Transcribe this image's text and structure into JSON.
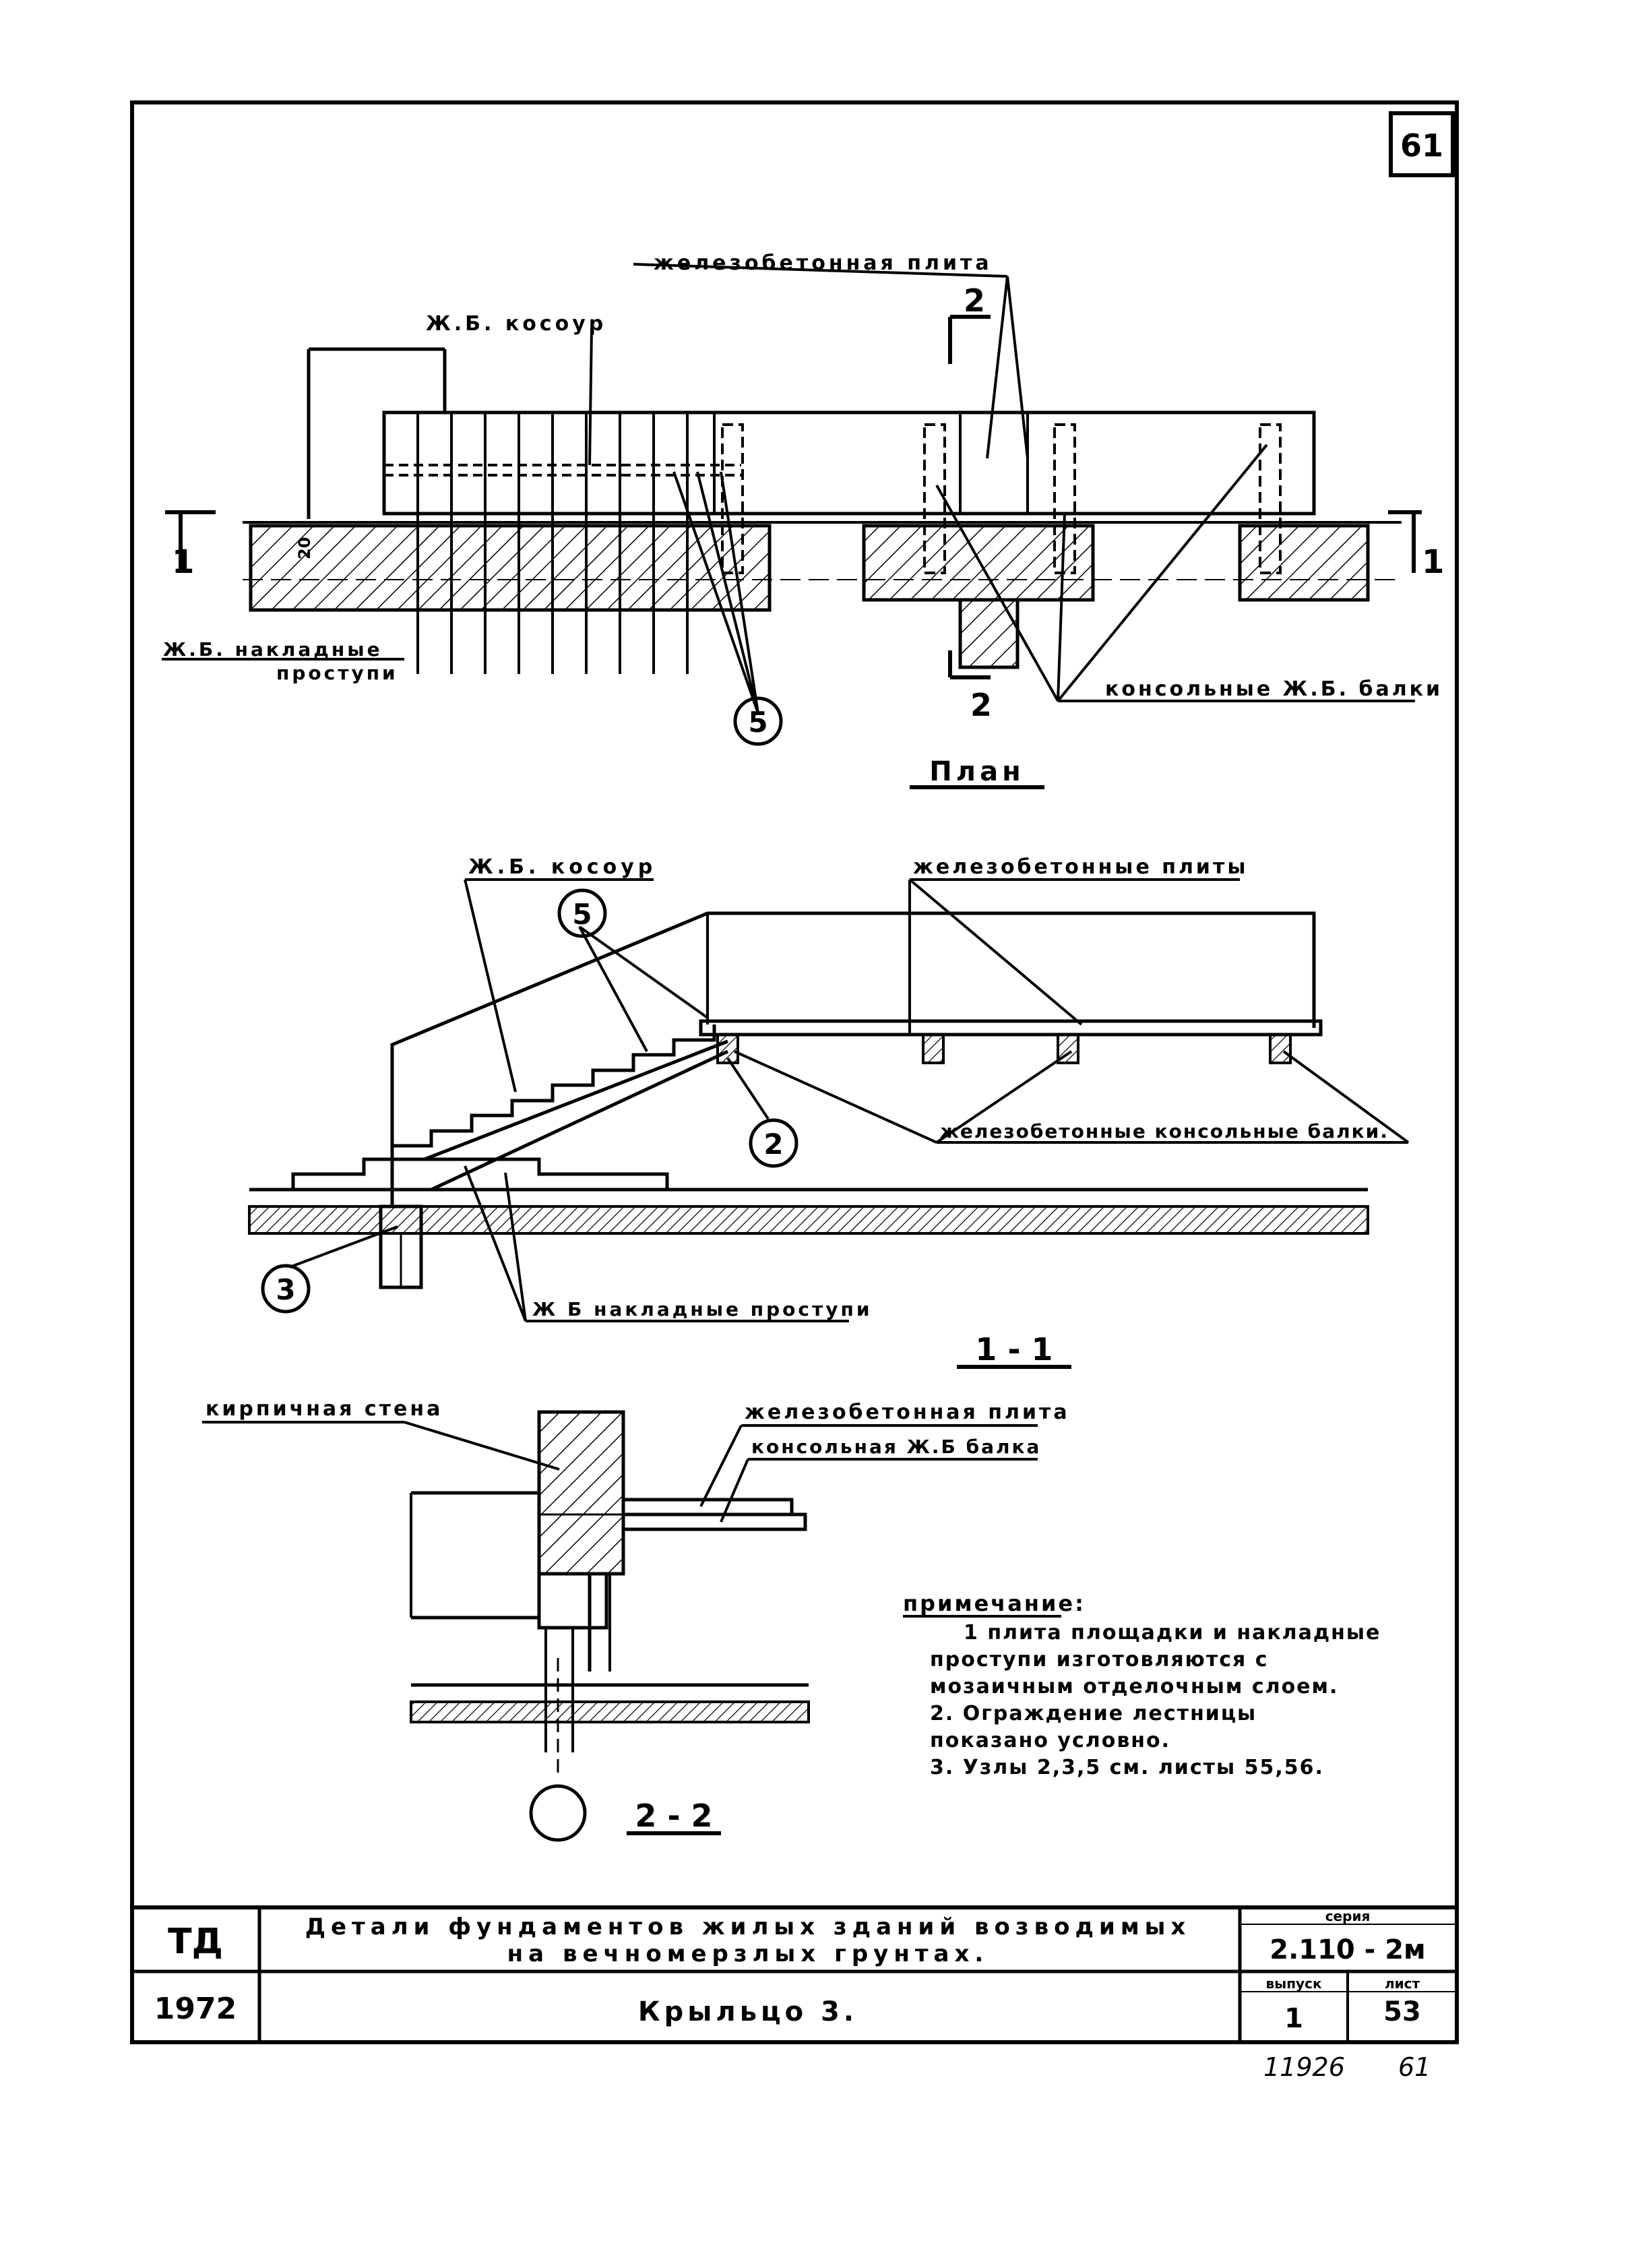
{
  "sheet": {
    "corner_number": "61",
    "title_lines": [
      "Детали фундаментов жилых зданий возводимых",
      "на вечномерзлых грунтах."
    ],
    "subtitle": "Крыльцо 3.",
    "series_label": "серия",
    "series_value": "2.110 - 2м",
    "issue_label": "выпуск",
    "issue_value": "1",
    "sheet_label": "лист",
    "sheet_value": "53",
    "td": "ТД",
    "year": "1972",
    "footer_number": "11926",
    "footer_page": "61"
  },
  "plan": {
    "title": "План",
    "labels": {
      "rc_slab": "железобетонная плита",
      "stringer": "Ж.Б. косоур",
      "treads": [
        "Ж.Б. накладные",
        "проступи"
      ],
      "cantilever_beams": "консольные Ж.Б. балки",
      "section_1_left": "1",
      "section_1_right": "1",
      "section_2_top": "2",
      "section_2_bottom": "2",
      "node_5": "5",
      "dim_20": "20"
    }
  },
  "section_1_1": {
    "title": "1 - 1",
    "labels": {
      "stringer": "Ж.Б. косоур",
      "rc_slabs": "железобетонные плиты",
      "cantilever_beams": "железобетонные консольные балки.",
      "treads": "Ж Б накладные проступи",
      "node_5": "5",
      "node_2": "2",
      "node_3": "3"
    }
  },
  "section_2_2": {
    "title": "2 - 2",
    "labels": {
      "brick_wall": "кирпичная стена",
      "rc_slab": "железобетонная плита",
      "cantilever_beam": "консольная Ж.Б балка"
    }
  },
  "notes": {
    "heading": "примечание:",
    "lines": [
      "1 плита площадки и накладные",
      "проступи изготовляются  с",
      "мозаичным отделочным слоем.",
      "2. Ограждение лестницы",
      "показано условно.",
      "3. Узлы 2,3,5 см. листы 55,56."
    ]
  }
}
